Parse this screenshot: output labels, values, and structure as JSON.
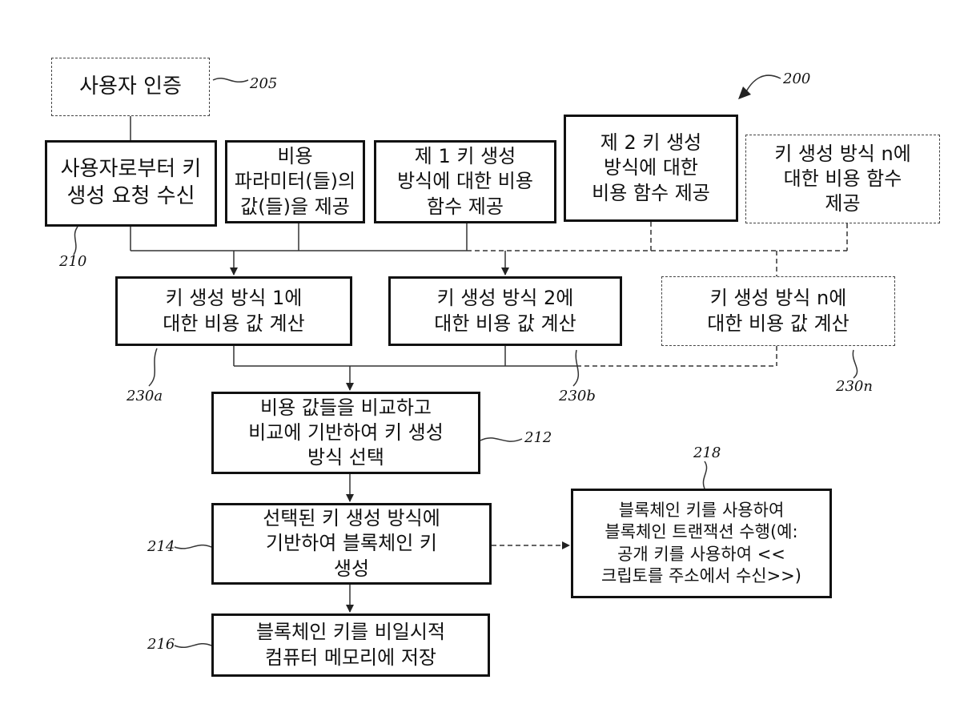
{
  "figure_number": "200",
  "boxes": {
    "user_auth": "사용자 인증",
    "receive_request": "사용자로부터 키\n생성 요청 수신",
    "cost_params": "비용\n파라미터(들)의\n값(들)을 제공",
    "cost_func_1": "제 1 키 생성\n방식에 대한 비용\n함수 제공",
    "cost_func_2": "제 2 키 생성\n방식에 대한\n비용 함수 제공",
    "cost_func_n": "키 생성 방식 n에\n대한 비용 함수\n제공",
    "calc_1": "키 생성 방식 1에\n대한 비용 값 계산",
    "calc_2": "키 생성 방식 2에\n대한 비용 값 계산",
    "calc_n": "키 생성 방식 n에\n대한 비용 값 계산",
    "compare_select": "비용 값들을 비교하고\n비교에 기반하여 키 생성\n방식 선택",
    "generate_key": "선택된 키 생성 방식에\n기반하여 블록체인 키\n생성",
    "store_key": "블록체인 키를 비일시적\n컴퓨터 메모리에 저장",
    "perform_tx": "블록체인 키를 사용하여\n블록체인 트랜잭션 수행(예:\n공개 키를 사용하여 <<\n크립토를 주소에서 수신>>)"
  },
  "refs": {
    "r205": "205",
    "r210": "210",
    "r230a": "230a",
    "r230b": "230b",
    "r230n": "230n",
    "r212": "212",
    "r214": "214",
    "r216": "216",
    "r218": "218"
  }
}
